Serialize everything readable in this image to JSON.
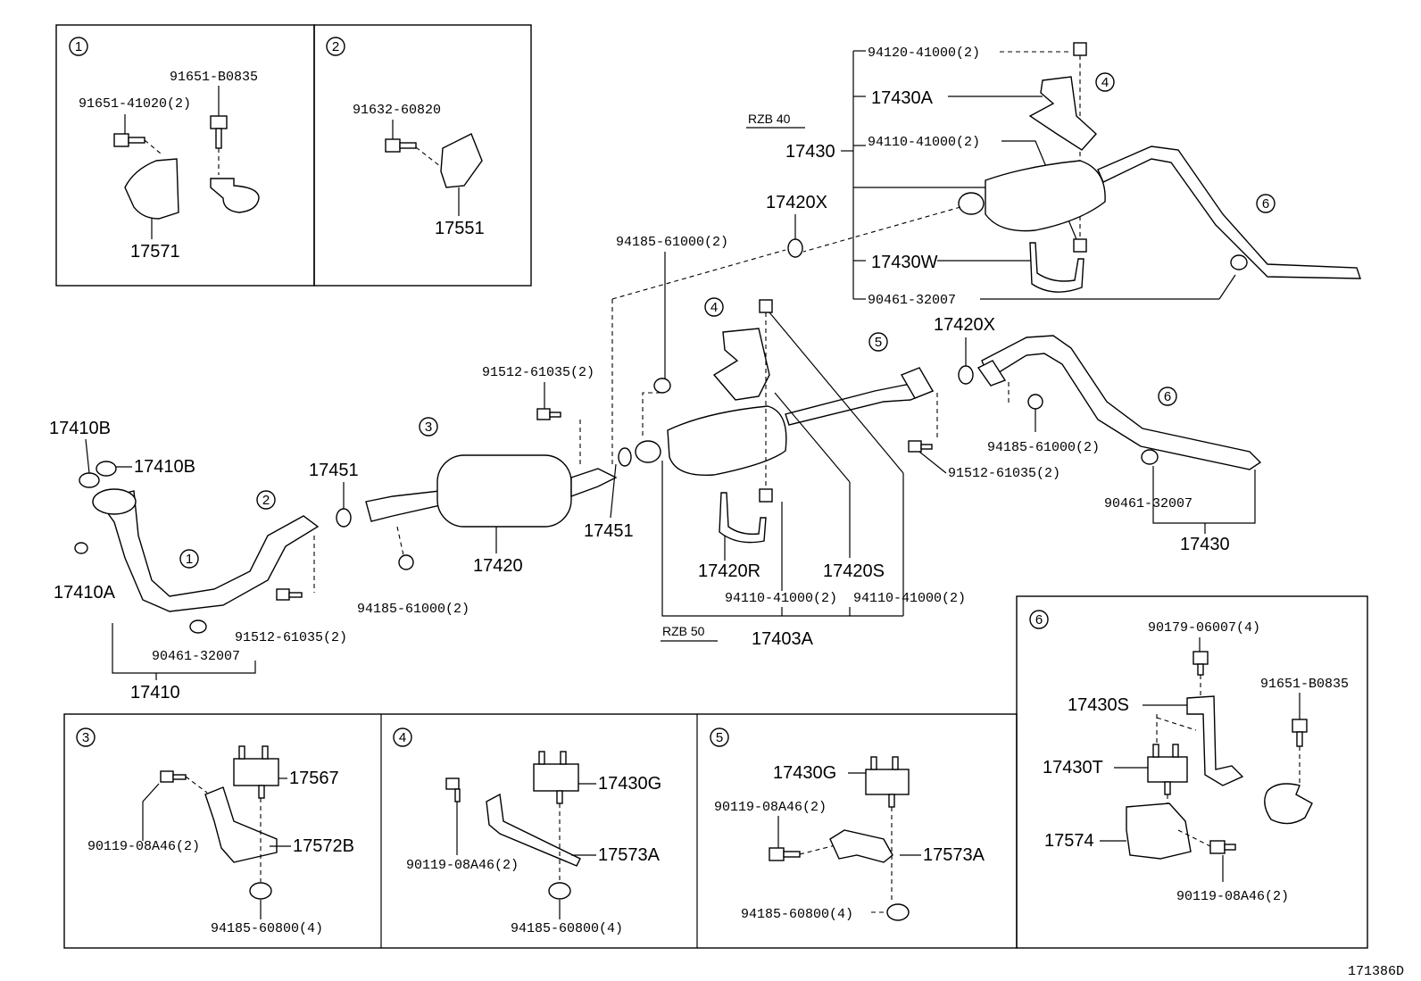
{
  "diagram_id": "171386D",
  "callouts": {
    "17410B_a": "17410B",
    "17410B_b": "17410B",
    "17410A": "17410A",
    "17410": "17410",
    "90461_main": "90461-32007",
    "91512_a": "91512-61035(2)",
    "91512_b": "91512-61035(2)",
    "91512_c": "91512-61035(2)",
    "17451_a": "17451",
    "17451_b": "17451",
    "17420": "17420",
    "94185_a": "94185-61000(2)",
    "94185_b": "94185-61000(2)",
    "94185_c": "94185-61000(2)",
    "17420X_a": "17420X",
    "17420X_b": "17420X",
    "17420R": "17420R",
    "17420S": "17420S",
    "94110_a": "94110-41000(2)",
    "94110_b": "94110-41000(2)",
    "94110_c": "94110-41000(2)",
    "17403A": "17403A",
    "rzb50": "RZB 50",
    "rzb40": "RZB 40",
    "94120": "94120-41000(2)",
    "17430A": "17430A",
    "17430_a": "17430",
    "17430W": "17430W",
    "90461_top": "90461-32007",
    "90461_right": "90461-32007",
    "17430_b": "17430"
  },
  "circles": {
    "c1": "1",
    "c2": "2",
    "c3": "3",
    "c4": "4",
    "c4b": "4",
    "c5": "5",
    "c6": "6",
    "c6b": "6"
  },
  "panels": {
    "p1": {
      "num": "1",
      "a": "91651-B0835",
      "b": "91651-41020(2)",
      "c": "17571"
    },
    "p2": {
      "num": "2",
      "a": "91632-60820",
      "b": "17551"
    },
    "p3": {
      "num": "3",
      "a": "17567",
      "b": "90119-08A46(2)",
      "c": "17572B",
      "d": "94185-60800(4)"
    },
    "p4": {
      "num": "4",
      "a": "17430G",
      "b": "90119-08A46(2)",
      "c": "17573A",
      "d": "94185-60800(4)"
    },
    "p5": {
      "num": "5",
      "a": "17430G",
      "b": "90119-08A46(2)",
      "c": "17573A",
      "d": "94185-60800(4)"
    },
    "p6": {
      "num": "6",
      "a": "90179-06007(4)",
      "b": "17430S",
      "c": "91651-B0835",
      "d": "17430T",
      "e": "17574",
      "f": "90119-08A46(2)"
    }
  }
}
